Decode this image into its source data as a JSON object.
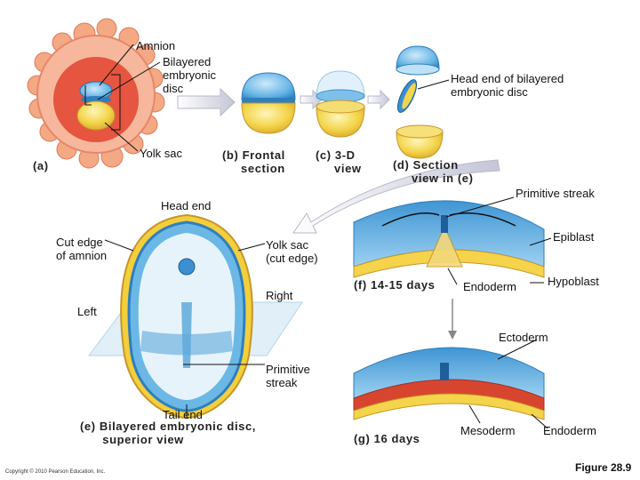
{
  "labels": {
    "amnion": "Amnion",
    "bilayered_disc": "Bilayered\nembryonic\ndisc",
    "yolk_sac": "Yolk sac",
    "head_end_bilayered": "Head end of bilayered\nembryonic disc",
    "head_end": "Head end",
    "cut_edge_amnion": "Cut edge\nof amnion",
    "yolk_sac_cut": "Yolk sac\n(cut edge)",
    "right": "Right",
    "left": "Left",
    "primitive_streak_e": "Primitive\nstreak",
    "tail_end": "Tail end",
    "primitive_streak_f": "Primitive streak",
    "epiblast": "Epiblast",
    "endoderm_f": "Endoderm",
    "hypoblast": "Hypoblast",
    "ectoderm": "Ectoderm",
    "mesoderm": "Mesoderm",
    "endoderm_g": "Endoderm"
  },
  "captions": {
    "a": "(a)",
    "b": "(b) Frontal\n     section",
    "c": "(c) 3-D\n     view",
    "d": "(d) Section\n     view in (e)",
    "e": "(e) Bilayered embryonic disc,\n      superior view",
    "f": "(f) 14-15 days",
    "g": "(g) 16 days"
  },
  "footer": {
    "copyright": "Copyright © 2010 Pearson Education, Inc.",
    "figure": "Figure 28.9"
  },
  "colors": {
    "amnion_blue": "#5aa8dc",
    "yolk_yellow": "#f1cf3a",
    "uterine_red": "#e4583f",
    "trophoblast_orange": "#f2a27c",
    "arrow_gray": "#c9c9d6",
    "mesoderm_red": "#d8452f"
  }
}
